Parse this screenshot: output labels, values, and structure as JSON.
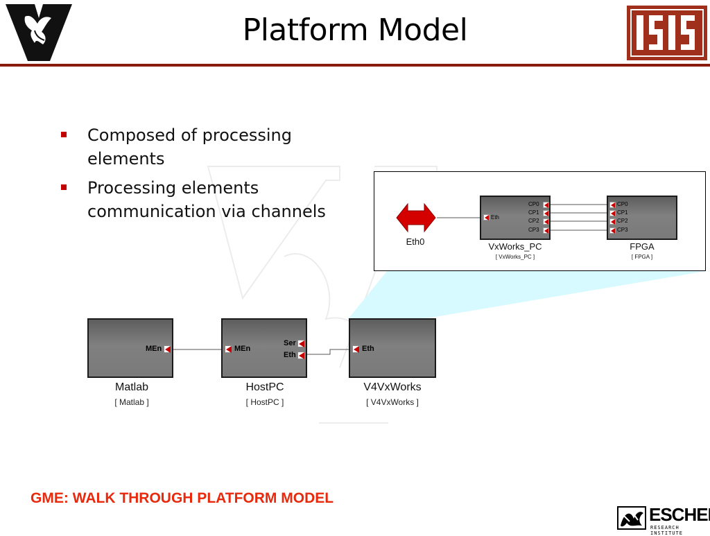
{
  "header": {
    "title": "Platform Model",
    "colors": {
      "rule": "#8b1a0e",
      "logo_isis_bg": "#a0301c"
    }
  },
  "bullets": [
    {
      "text": "Composed of processing elements"
    },
    {
      "text": "Processing elements communication via channels"
    }
  ],
  "diagram": {
    "blocks": [
      {
        "name": "Matlab",
        "kind": "[ Matlab ]",
        "ports": [
          "MEn"
        ]
      },
      {
        "name": "HostPC",
        "kind": "[ HostPC ]",
        "ports": [
          "MEn",
          "Ser",
          "Eth"
        ]
      },
      {
        "name": "V4VxWorks",
        "kind": "[ V4VxWorks ]",
        "ports": [
          "Eth"
        ]
      }
    ],
    "inset": {
      "eth": {
        "label": "Eth0"
      },
      "vxworks": {
        "name": "VxWorks_PC",
        "kind": "[ VxWorks_PC ]",
        "left_port": "Eth",
        "ports": [
          "CP0",
          "CP1",
          "CP2",
          "CP3"
        ]
      },
      "fpga": {
        "name": "FPGA",
        "kind": "[ FPGA ]",
        "ports": [
          "CP0",
          "CP1",
          "CP2",
          "CP3"
        ]
      }
    },
    "colors": {
      "port_arrow": "#c40000",
      "highlight": "#d6faff",
      "eth_arrow": "#d40000"
    }
  },
  "footer": {
    "text": "GME: WALK THROUGH PLATFORM MODEL",
    "color": "#e8290c",
    "logo_text": "ESCHER",
    "logo_subtext": "RESEARCH INSTITUTE"
  }
}
